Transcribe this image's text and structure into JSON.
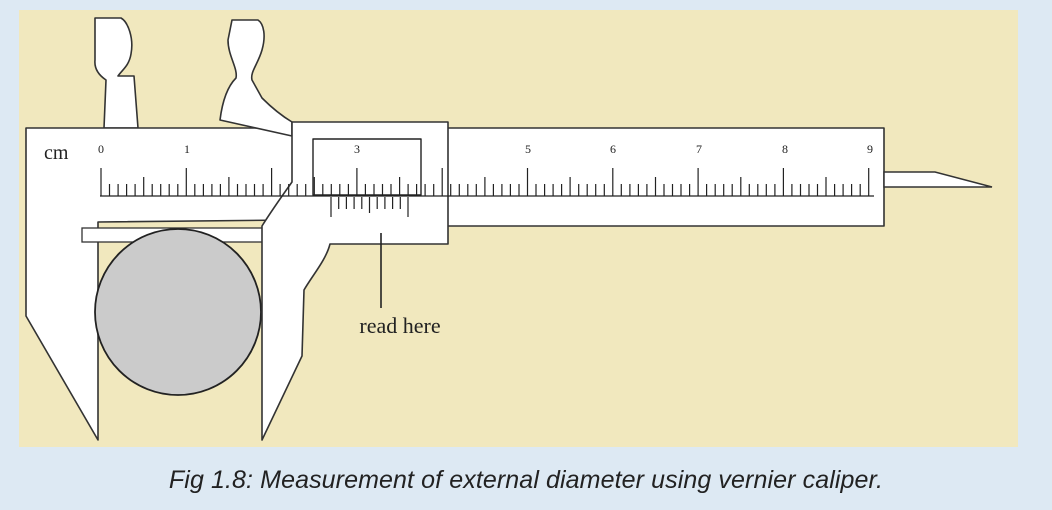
{
  "figure": {
    "unit_label": "cm",
    "main_scale_numbers": [
      "0",
      "1",
      "3",
      "5",
      "6",
      "7",
      "8",
      "9"
    ],
    "pointer_label": "read here",
    "caption": "Fig 1.8: Measurement of external diameter using vernier caliper."
  },
  "colors": {
    "panel_background": "#f1e8be",
    "page_background": "#dde9f3",
    "caliper_body": "#ffffff",
    "caliper_outline": "#333333",
    "object_fill": "#cbcbcb"
  }
}
